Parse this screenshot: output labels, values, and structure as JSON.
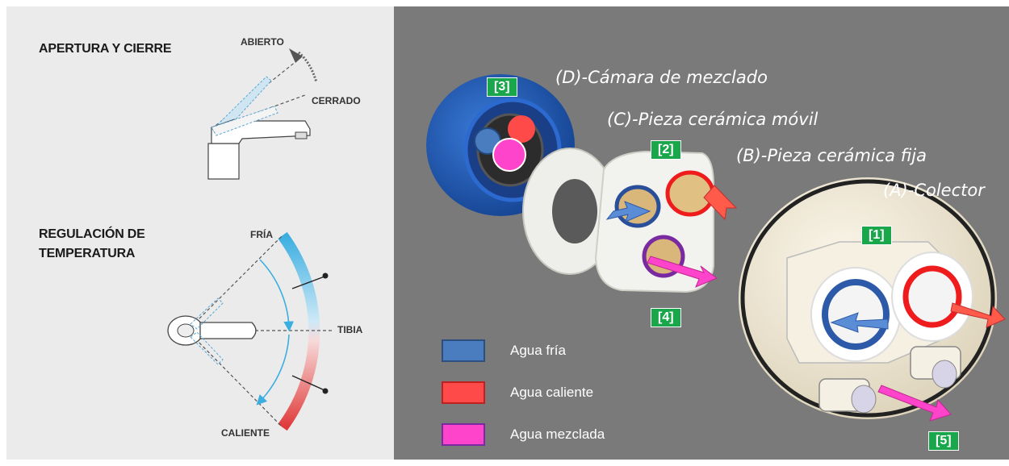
{
  "left_panel": {
    "title_apertura": "APERTURA Y CIERRE",
    "label_abierto": "ABIERTO",
    "label_cerrado": "CERRADO",
    "title_regulacion_line1": "REGULACIÓN DE",
    "title_regulacion_line2": "TEMPERATURA",
    "label_fria": "FRÍA",
    "label_tibia": "TIBIA",
    "label_caliente": "CALIENTE"
  },
  "right_panel": {
    "part_d": "(D)-Cámara de mezclado",
    "part_c": "(C)-Pieza cerámica móvil",
    "part_b": "(B)-Pieza cerámica fija",
    "part_a": "(A)-Colector",
    "badge_1": "[1]",
    "badge_2": "[2]",
    "badge_3": "[3]",
    "badge_4": "[4]",
    "badge_5": "[5]",
    "legend": [
      {
        "label": "Agua fría",
        "color": "#4a7cc0"
      },
      {
        "label": "Agua caliente",
        "color": "#ff4a4a"
      },
      {
        "label": "Agua mezclada",
        "color": "#ff44cc"
      }
    ]
  },
  "colors": {
    "cold": "#4a7cc0",
    "hot": "#ff4a4a",
    "mixed": "#ff44cc",
    "badge": "#1aa64a",
    "scale_cold": "#3aaee0",
    "scale_hot": "#e03a3a"
  }
}
